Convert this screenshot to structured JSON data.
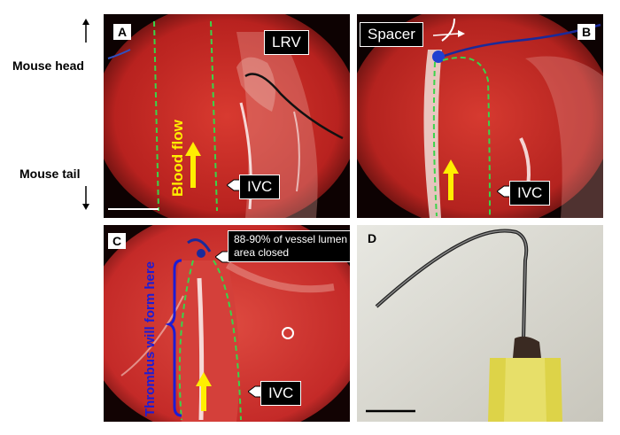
{
  "side_labels": {
    "head": "Mouse head",
    "tail": "Mouse tail"
  },
  "panels": {
    "a": {
      "letter": "A",
      "lrv": "LRV",
      "flow": "Blood flow",
      "ivc": "IVC"
    },
    "b": {
      "letter": "B",
      "spacer": "Spacer",
      "ivc": "IVC"
    },
    "c": {
      "letter": "C",
      "note": "88-90% of vessel lumen area closed",
      "thrombus": "Thrombus will form here",
      "ivc": "IVC"
    },
    "d": {
      "letter": "D"
    }
  },
  "colors": {
    "tissue": "#c42a28",
    "outline": "#3bd44a",
    "arrow": "#ffee00",
    "thrombus_text": "#1c1cd6"
  }
}
